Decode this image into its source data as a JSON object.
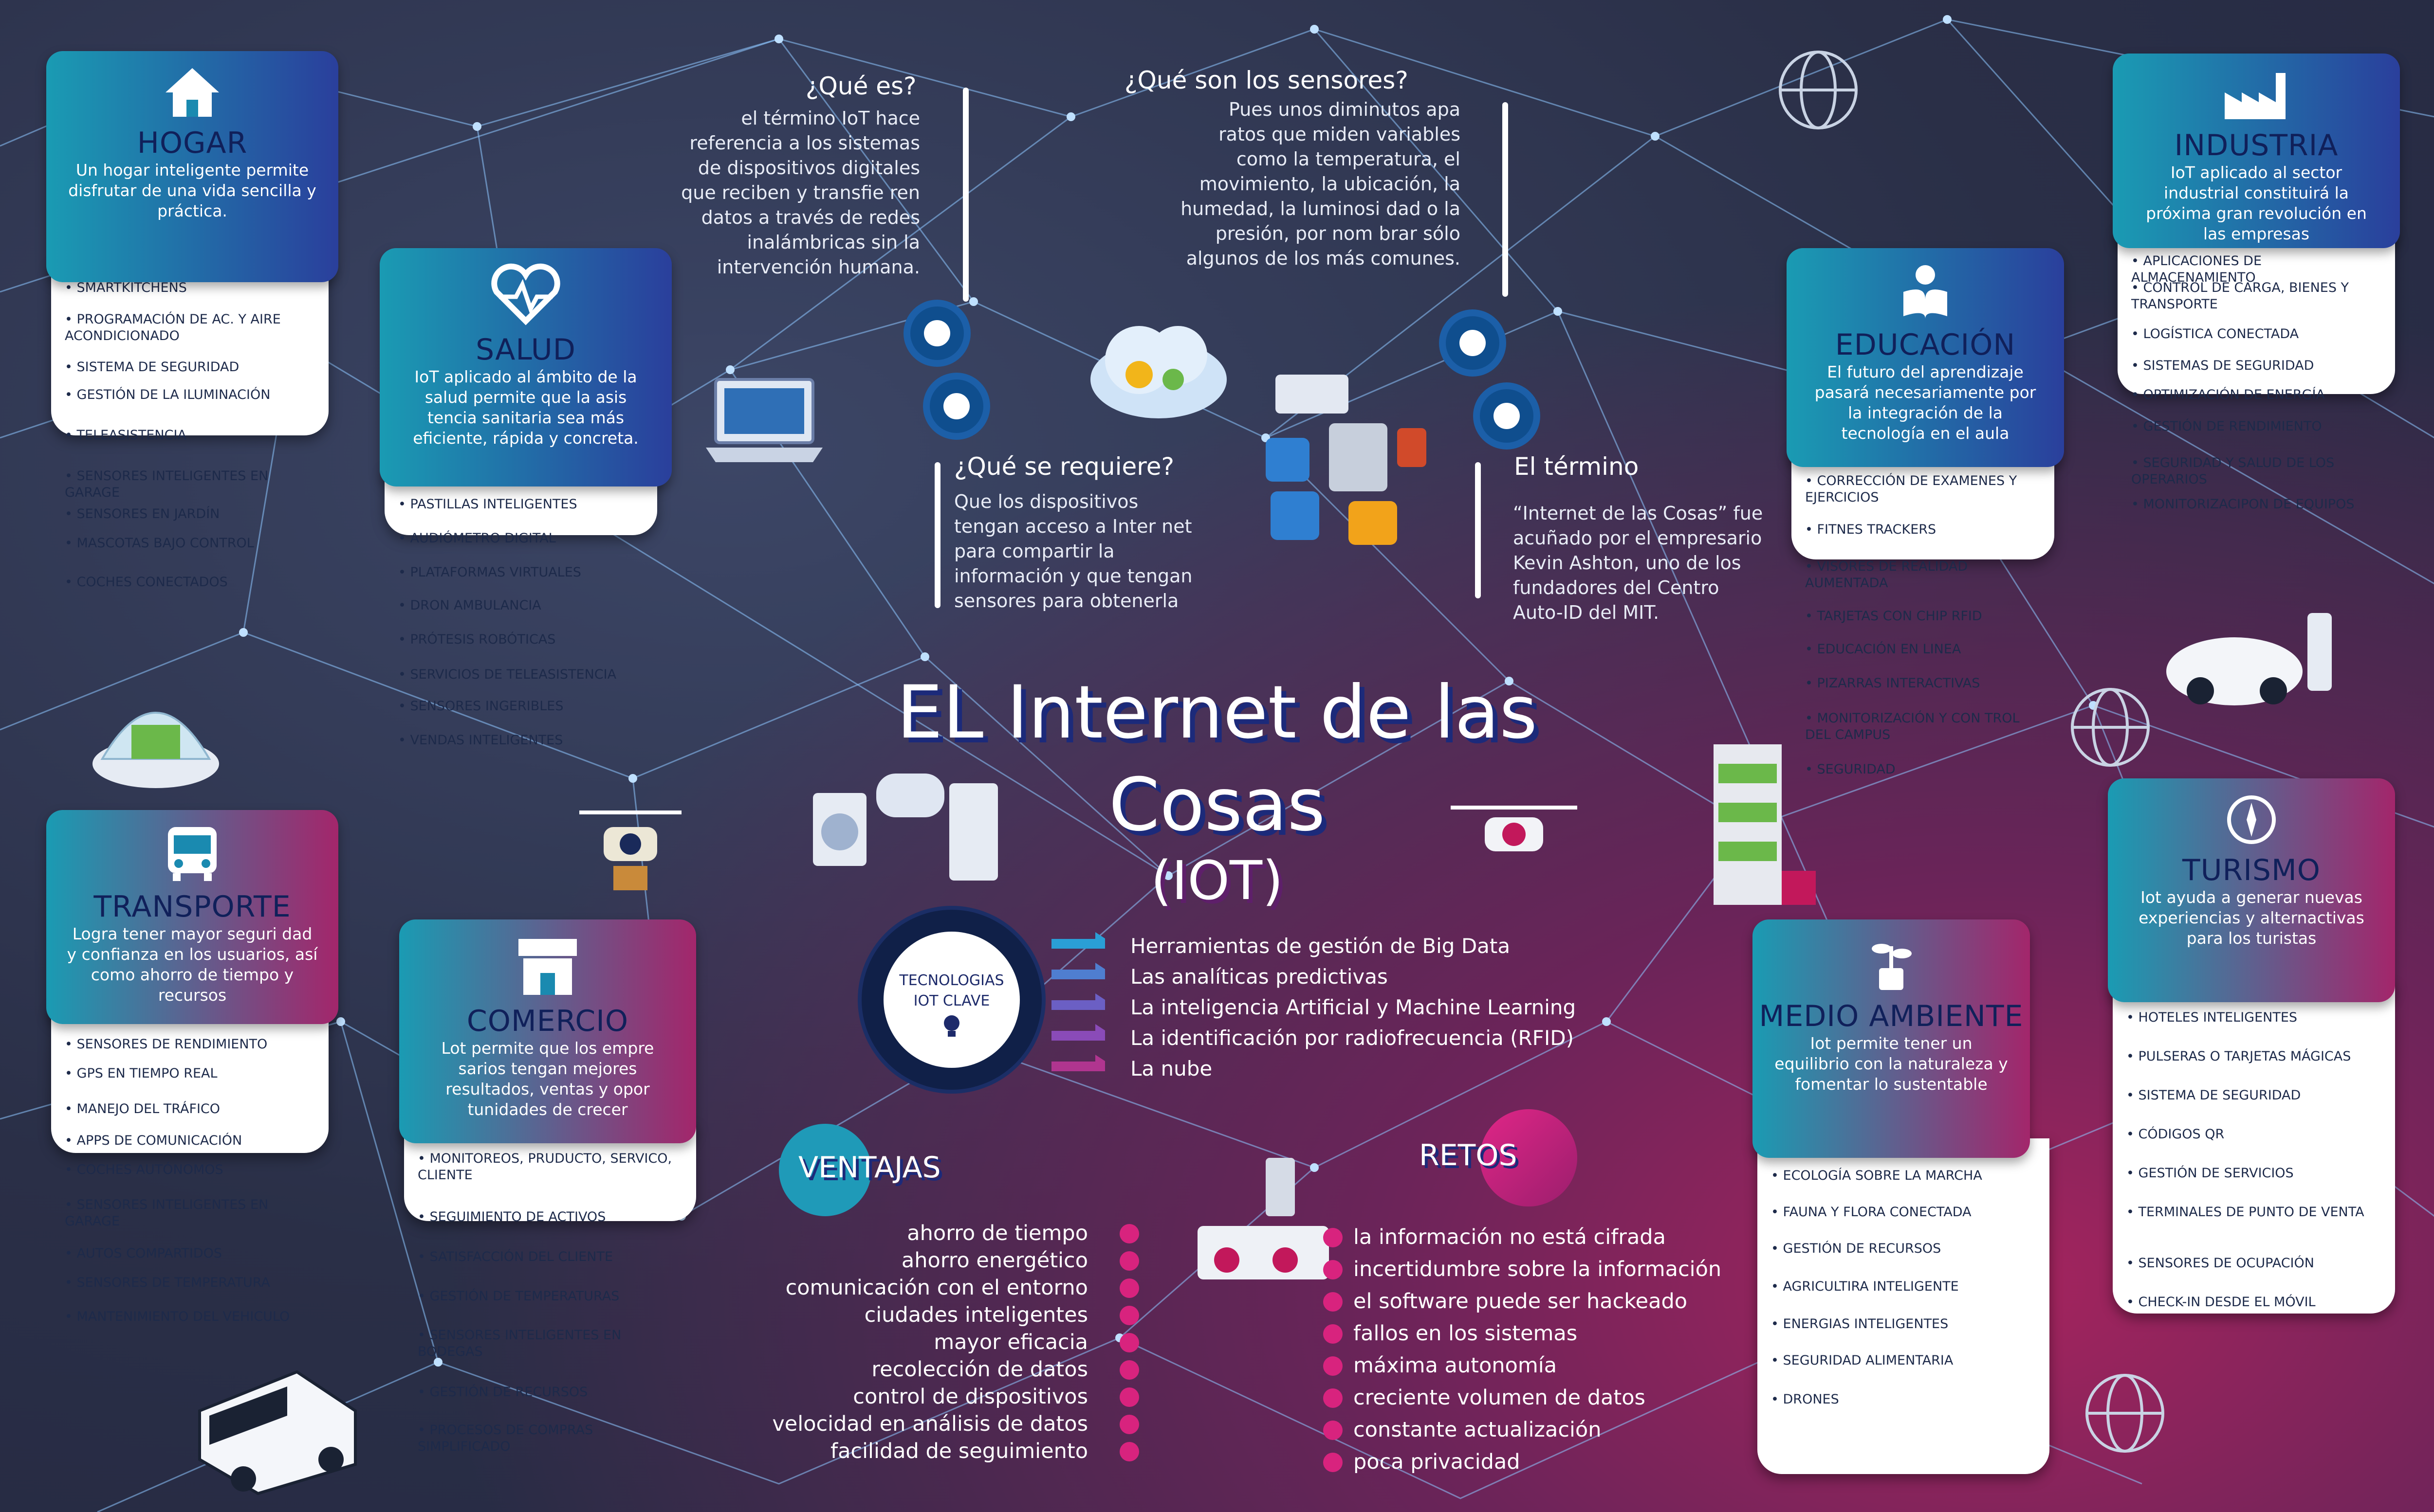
{
  "center": {
    "title_line1": "EL Internet de las",
    "title_line2": "Cosas",
    "title_line3": "(IOT)",
    "que_es": {
      "heading": "¿Qué es?",
      "text": "el término IoT hace referencia a los sistemas de dispositivos digitales que reciben y transfie ren datos a través de redes inalámbricas sin la intervención humana."
    },
    "sensores": {
      "heading": "¿Qué son los sensores?",
      "text": "Pues unos diminutos apa ratos que miden variables como la temperatura, el movimiento, la ubicación, la humedad, la luminosi dad o la presión, por nom brar sólo algunos de los más comunes."
    },
    "requiere": {
      "heading": "¿Qué se requiere?",
      "text": "Que los dispositivos tengan acceso a Inter net para compartir la información y que tengan sensores para obtenerla"
    },
    "termino": {
      "heading": "El término",
      "text": "“Internet de las Cosas” fue acuñado por el empresario Kevin Ashton, uno de los fundadores del Centro Auto-ID del MIT."
    }
  },
  "tech": {
    "label": "TECNOLOGIAS IOT CLAVE",
    "items": [
      "Herramientas de gestión de Big Data",
      "Las analíticas predictivas",
      "La inteligencia Artificial y Machine Learning",
      "La identificación por radiofrecuencia  (RFID)",
      "La nube"
    ],
    "arrow_colors": [
      "#2a9fd6",
      "#4f7ed0",
      "#6b5fc4",
      "#8a4bb8",
      "#b0358f"
    ]
  },
  "ventajas": {
    "heading": "VENTAJAS",
    "items": [
      "ahorro de tiempo",
      "ahorro energético",
      "comunicación con el entorno",
      "ciudades inteligentes",
      "mayor eficacia",
      "recolección de datos",
      "control de dispositivos",
      "velocidad en análisis de datos",
      "facilidad de seguimiento"
    ]
  },
  "retos": {
    "heading": "RETOS",
    "items": [
      "la información no está cifrada",
      "incertidumbre sobre la información",
      "el software puede ser hackeado",
      " fallos en los sistemas",
      "máxima autonomía",
      "creciente volumen de datos",
      "constante actualización",
      "poca privacidad"
    ]
  },
  "cards": [
    {
      "key": "hogar",
      "icon": "house-icon",
      "title": "HOGAR",
      "gradient": [
        "#1a9bb3",
        "#2a3f9c"
      ],
      "description": "Un hogar inteligente permite disfrutar de una vida sencilla y práctica.",
      "items": [
        "SMARTKITCHENS",
        "PROGRAMACIÓN DE AC. Y AIRE ACONDICIONADO",
        "SISTEMA DE SEGURIDAD",
        "GESTIÓN DE LA ILUMINACIÓN",
        "TELEASISTENCIA",
        "SENSORES INTELIGENTES EN GARAGE",
        "SENSORES EN JARDÍN",
        "MASCOTAS BAJO CONTROL",
        "COCHES CONECTADOS"
      ]
    },
    {
      "key": "salud",
      "icon": "heart-pulse-icon",
      "title": "SALUD",
      "gradient": [
        "#1a9bb3",
        "#2a3f9c"
      ],
      "description": "IoT aplicado al ámbito de la salud permite que la asis tencia sanitaria sea más eficiente, rápida y concreta.",
      "items": [
        "PASTILLAS INTELIGENTES",
        "AUDIÓMETRO DIGITAL",
        "PLATAFORMAS VIRTUALES",
        "DRON AMBULANCIA",
        "PRÓTESIS ROBÓTICAS",
        "SERVICIOS DE TELEASISTENCIA",
        "SENSORES INGERIBLES",
        "VENDAS INTELIGENTES"
      ]
    },
    {
      "key": "transporte",
      "icon": "bus-icon",
      "title": "TRANSPORTE",
      "gradient": [
        "#1a9bb3",
        "#a3266b"
      ],
      "description": "Logra tener mayor seguri dad y confianza en los usuarios, así como ahorro de tiempo y recursos",
      "items": [
        "SENSORES DE RENDIMIENTO",
        "GPS EN TIEMPO REAL",
        "MANEJO DEL TRÁFICO",
        "APPS DE COMUNICACIÓN",
        "COCHES AUTÓNOMOS",
        "SENSORES INTELIGENTES EN GARAGE",
        "AUTOS COMPARTIDOS",
        "SENSORES DE TEMPERATURA",
        "MANTENIMIENTO DEL VEHICULO"
      ]
    },
    {
      "key": "comercio",
      "icon": "store-icon",
      "title": "COMERCIO",
      "gradient": [
        "#1a9bb3",
        "#a3266b"
      ],
      "description": "Lot permite que los empre sarios tengan mejores resultados, ventas y opor tunidades de crecer",
      "items": [
        "MONITOREOS, PRUDUCTO, SERVICO, CLIENTE",
        "SEGUIMIENTO DE ACTIVOS",
        "SATISFACCIÓN DEL CLIENTE",
        "GESTIÓN DE TEMPERATURAS",
        "SENSORES INTELIGENTES EN BODEGAS",
        "GESTIÓN DE RECURSOS",
        "PROCESOS DE COMPRAS SIMPLIFICADO"
      ]
    },
    {
      "key": "industria",
      "icon": "factory-icon",
      "title": "INDUSTRIA",
      "gradient": [
        "#1a9bb3",
        "#2a3f9c"
      ],
      "description": "IoT aplicado al sector industrial constituirá la próxima gran revolución en las empresas",
      "items": [
        "APLICACIONES DE ALMACENAMIENTO",
        "CONTROL DE CARGA, BIENES Y TRANSPORTE",
        "LOGÍSTICA CONECTADA",
        "SISTEMAS DE SEGURIDAD",
        "OPTIMIZACIÓN DE ENERGÍA",
        "GESTIÓN DE RENDIMIENTO",
        "SEGURIDAD Y SALUD DE LOS OPERARIOS",
        "MONITORIZACIPON DE EQUIPOS"
      ]
    },
    {
      "key": "educacion",
      "icon": "reader-icon",
      "title": "EDUCACIÓN",
      "gradient": [
        "#1a9bb3",
        "#2a3f9c"
      ],
      "description": "El futuro del aprendizaje pasará necesariamente por la integración de la tecnología en el aula",
      "items": [
        "CORRECCIÓN DE EXAMENES Y EJERCICIOS",
        "FITNES TRACKERS",
        "VISORES DE REALIDAD AUMENTADA",
        "TARJETAS CON CHIP RFID",
        "EDUCACIÓN EN LINEA",
        "PIZARRAS INTERACTIVAS",
        "MONITORIZACIÓN Y CON TROL DEL CAMPUS",
        "SEGURIDAD"
      ]
    },
    {
      "key": "turismo",
      "icon": "compass-icon",
      "title": "TURISMO",
      "gradient": [
        "#1a9bb3",
        "#a3266b"
      ],
      "description": "Iot ayuda a generar nuevas experiencias y alternactivas para los turistas",
      "items": [
        "HOTELES INTELIGENTES",
        "PULSERAS O TARJETAS MÁGICAS",
        "SISTEMA DE SEGURIDAD",
        "CÓDIGOS QR",
        "GESTIÓN DE SERVICIOS",
        "TERMINALES DE PUNTO DE VENTA",
        "SENSORES DE OCUPACIÓN",
        "CHECK-IN DESDE EL MÓVIL"
      ]
    },
    {
      "key": "medio_ambiente",
      "icon": "plant-icon",
      "title": "MEDIO AMBIENTE",
      "gradient": [
        "#1a9bb3",
        "#a3266b"
      ],
      "description": "Iot permite tener un equilibrio con la naturaleza y fomentar lo sustentable",
      "items": [
        "ECOLOGÍA SOBRE LA MARCHA",
        "FAUNA Y FLORA CONECTADA",
        "GESTIÓN DE RECURSOS",
        "AGRICULTIRA INTELIGENTE",
        "ENERGIAS INTELIGENTES",
        "SEGURIDAD ALIMENTARIA",
        "DRONES"
      ]
    }
  ]
}
